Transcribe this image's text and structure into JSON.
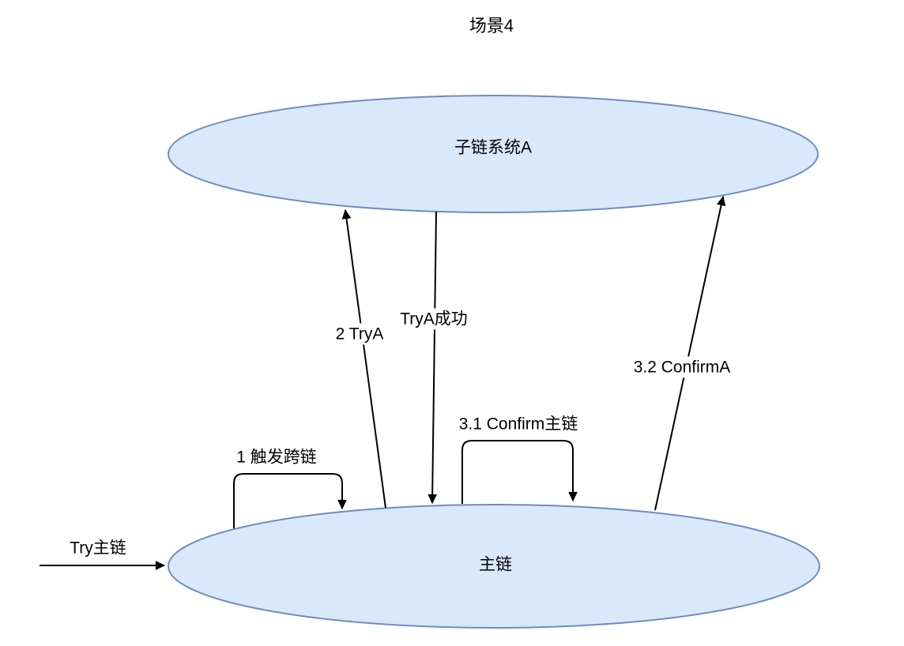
{
  "title": "场景4",
  "colors": {
    "ellipse_fill": "#dae8fc",
    "ellipse_stroke": "#6c8ebf",
    "arrow_stroke": "#000000",
    "background": "#ffffff",
    "text": "#000000"
  },
  "nodes": {
    "subchain": {
      "label": "子链系统A"
    },
    "mainchain": {
      "label": "主链"
    }
  },
  "edges": {
    "try_main": {
      "label": "Try主链",
      "from": "external",
      "to": "mainchain",
      "direction": "right"
    },
    "trigger_cross_chain": {
      "label": "1 触发跨链",
      "from": "mainchain",
      "to": "mainchain",
      "direction": "self-loop"
    },
    "try_a": {
      "label": "2 TryA",
      "from": "mainchain",
      "to": "subchain",
      "direction": "up"
    },
    "try_a_success": {
      "label": "TryA成功",
      "from": "subchain",
      "to": "mainchain",
      "direction": "down"
    },
    "confirm_main": {
      "label": "3.1 Confirm主链",
      "from": "mainchain",
      "to": "mainchain",
      "direction": "self-loop"
    },
    "confirm_a": {
      "label": "3.2 ConfirmA",
      "from": "mainchain",
      "to": "subchain",
      "direction": "up"
    }
  }
}
